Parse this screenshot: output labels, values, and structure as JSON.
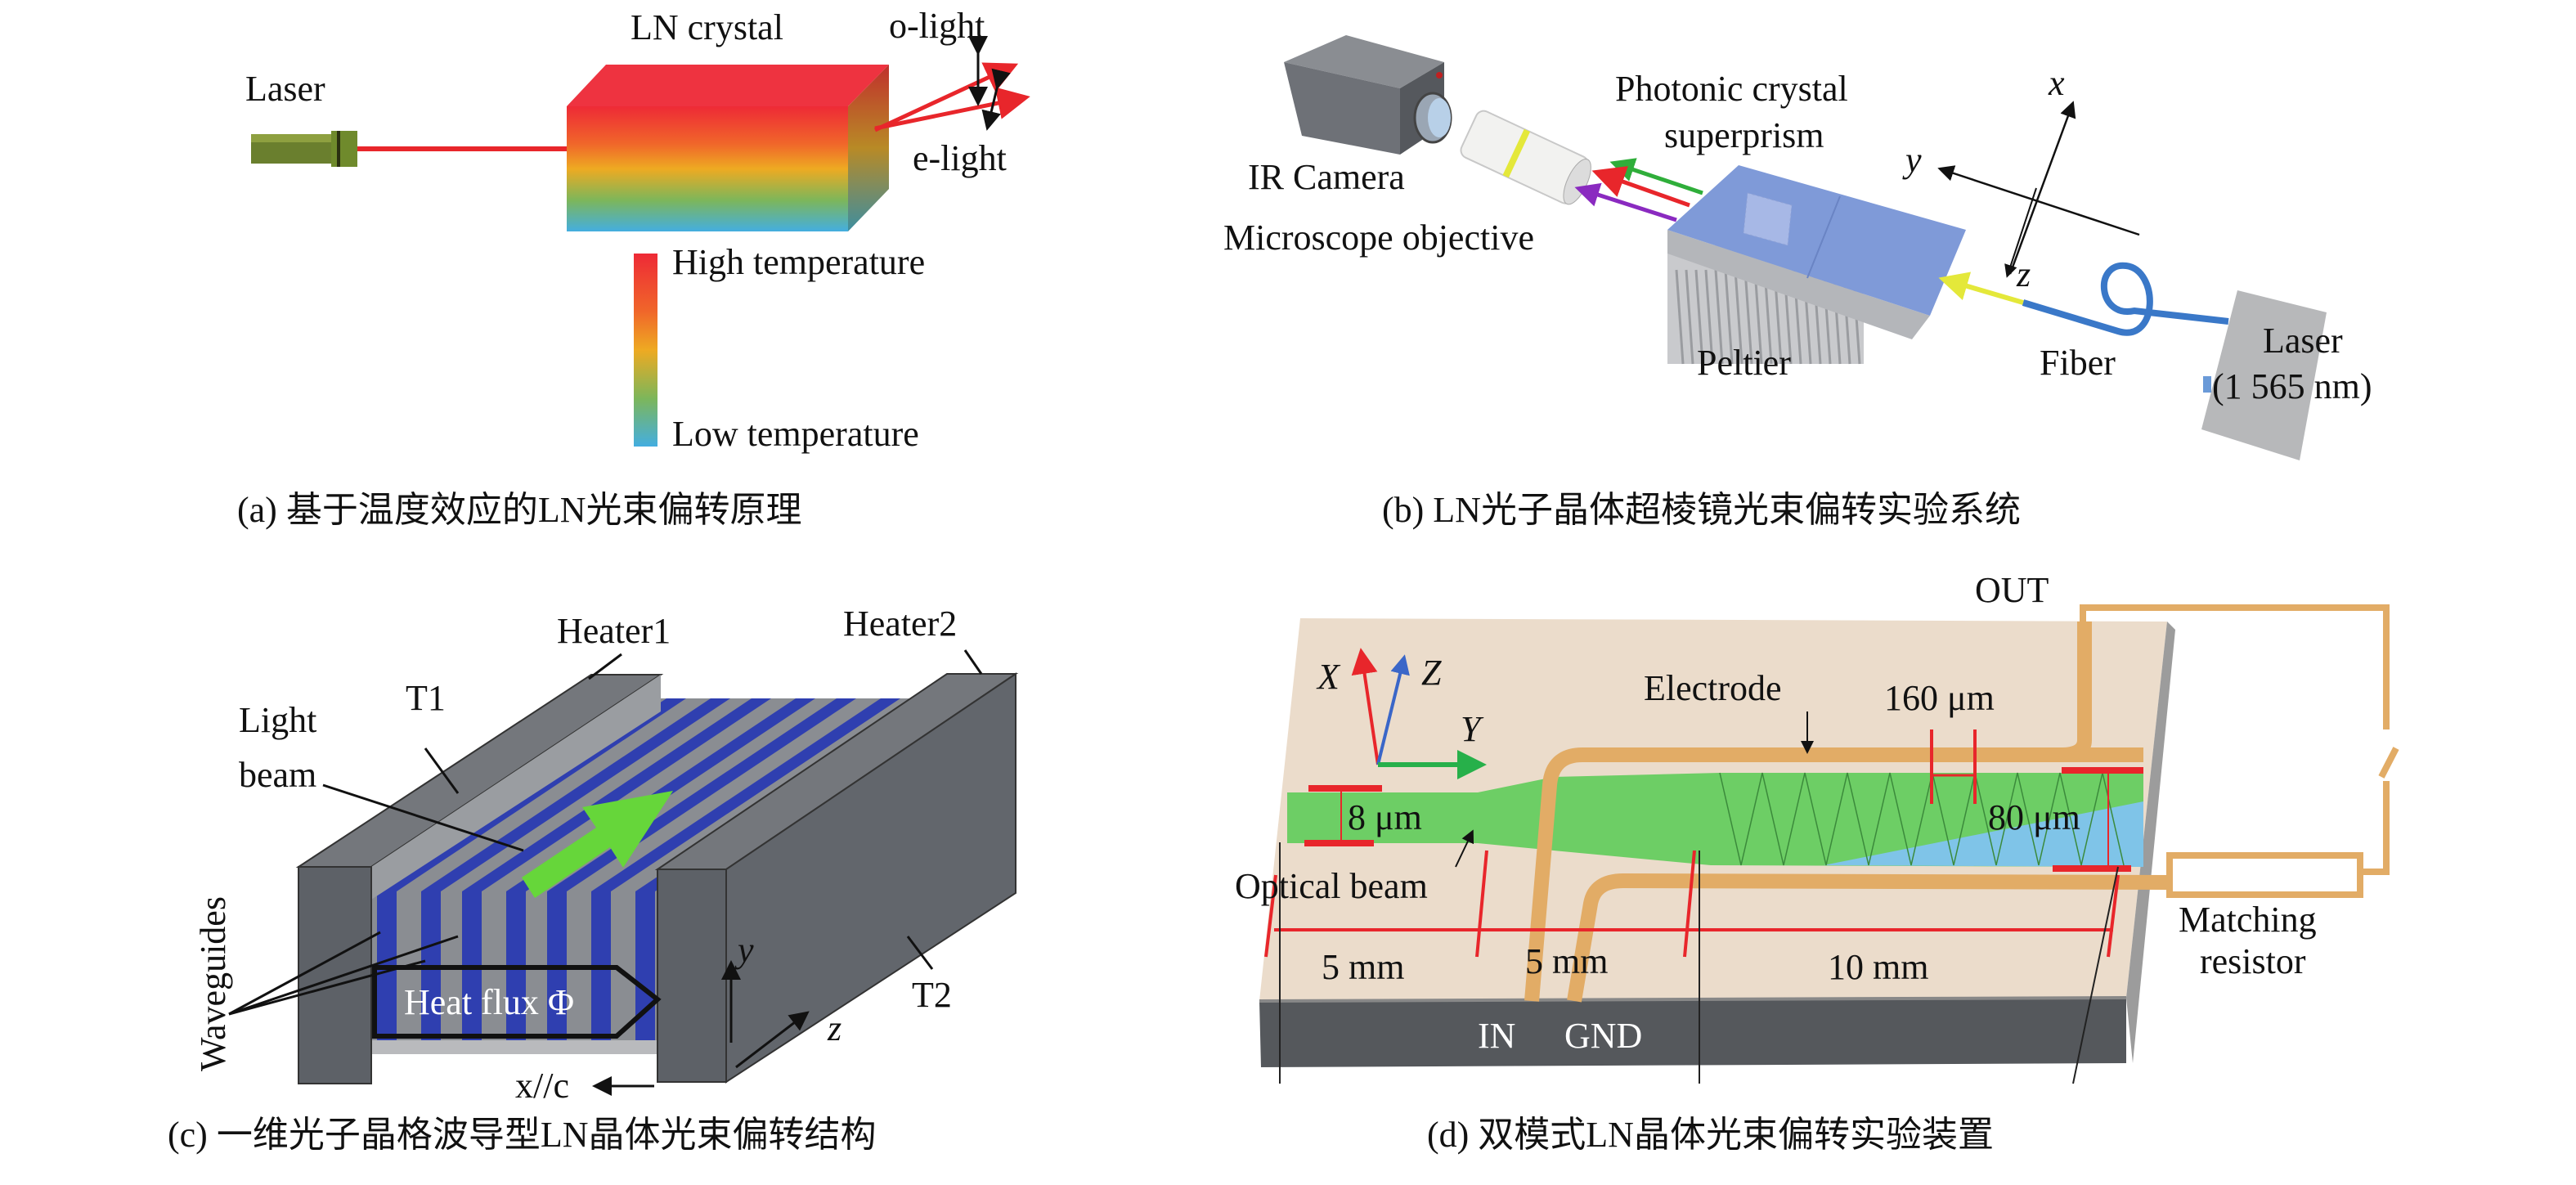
{
  "panel_a": {
    "laser": "Laser",
    "crystal": "LN crystal",
    "o_light": "o-light",
    "e_light": "e-light",
    "high_temp": "High temperature",
    "low_temp": "Low temperature",
    "caption": "(a) 基于温度效应的LN光束偏转原理"
  },
  "panel_b": {
    "photonic1": "Photonic crystal",
    "photonic2": "superprism",
    "ir_camera": "IR Camera",
    "objective": "Microscope objective",
    "peltier": "Peltier",
    "fiber": "Fiber",
    "laser": "Laser",
    "wavelength": "(1 565 nm)",
    "axis_x": "x",
    "axis_y": "y",
    "axis_z": "z",
    "caption": "(b) LN光子晶体超棱镜光束偏转实验系统"
  },
  "panel_c": {
    "heater1": "Heater1",
    "heater2": "Heater2",
    "t1": "T1",
    "t2": "T2",
    "light": "Light",
    "beam": "beam",
    "waveguides": "Waveguides",
    "heat_flux": "Heat flux Φ",
    "axis_y": "y",
    "axis_z": "z",
    "axis_x": "x//c",
    "caption": "(c) 一维光子晶格波导型LN晶体光束偏转结构"
  },
  "panel_d": {
    "out": "OUT",
    "electrode": "Electrode",
    "w160": "160 μm",
    "w80": "80 μm",
    "w8": "8 μm",
    "optical_beam": "Optical beam",
    "len1": "5 mm",
    "len2": "5 mm",
    "len3": "10 mm",
    "matching": "Matching",
    "resistor": "resistor",
    "in": "IN",
    "gnd": "GND",
    "axis_x": "X",
    "axis_y": "Y",
    "axis_z": "Z",
    "caption": "(d) 双模式LN晶体光束偏转实验装置"
  },
  "colors": {
    "beam_red": "#e8262b",
    "waveguide_blue": "#2f3fb0",
    "block_gray": "#5d6167",
    "electrode_gold": "#e2ac66",
    "beam_green": "#5fcc5a",
    "board": "#ebdccb"
  }
}
